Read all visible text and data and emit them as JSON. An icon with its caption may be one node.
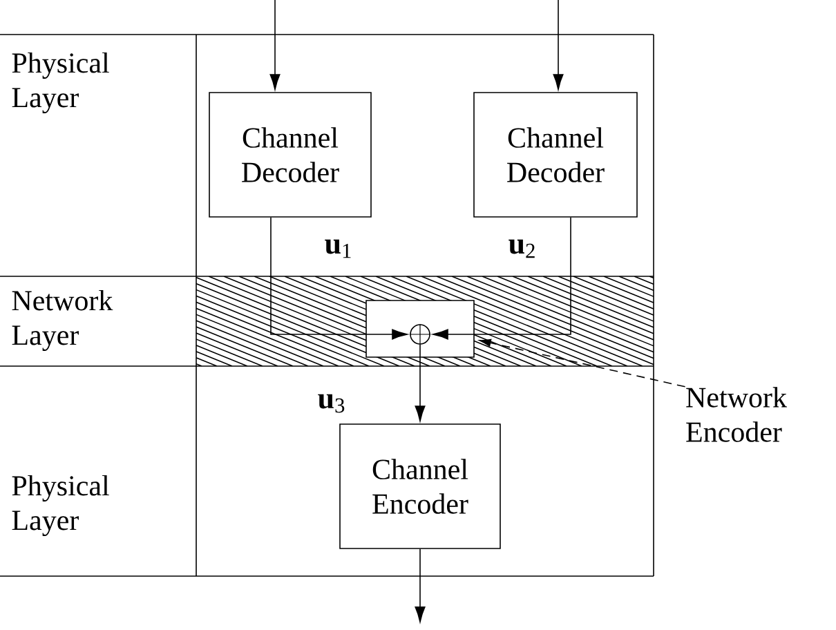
{
  "diagram": {
    "nodes": [
      {
        "text": [
          "Channel Decoder"
        ]
      },
      {
        "text": [
          "Channel Decoder"
        ]
      },
      {
        "text": [],
        "shape": "box"
      },
      {
        "text": [],
        "shape": "circle",
        "in": 2
      },
      {
        "text": [
          "Channel Encoder"
        ]
      },
      {
        "text": [
          "Network Encoder"
        ]
      }
    ],
    "edges": [
      {
        "from": null,
        "to": 0,
        "arrow": "to"
      },
      {
        "from": null,
        "to": 1,
        "arrow": "to"
      },
      {
        "from": 0,
        "to": 3,
        "arrow": "to",
        "label": "**u**$_{1}$"
      },
      {
        "from": 1,
        "to": 3,
        "arrow": "to",
        "label": "**u**$_{2}$"
      },
      {
        "from": 3,
        "to": 4,
        "arrow": "to",
        "label": "**u**$_{3}$"
      },
      {
        "from": 4,
        "to": null,
        "arrow": "to"
      },
      {
        "from": 5,
        "to": 2,
        "arrow": "to",
        "style": "dashed"
      }
    ],
    "labels": [
      "Physical Layer",
      "Network Layer",
      "Physical Layer"
    ]
  }
}
